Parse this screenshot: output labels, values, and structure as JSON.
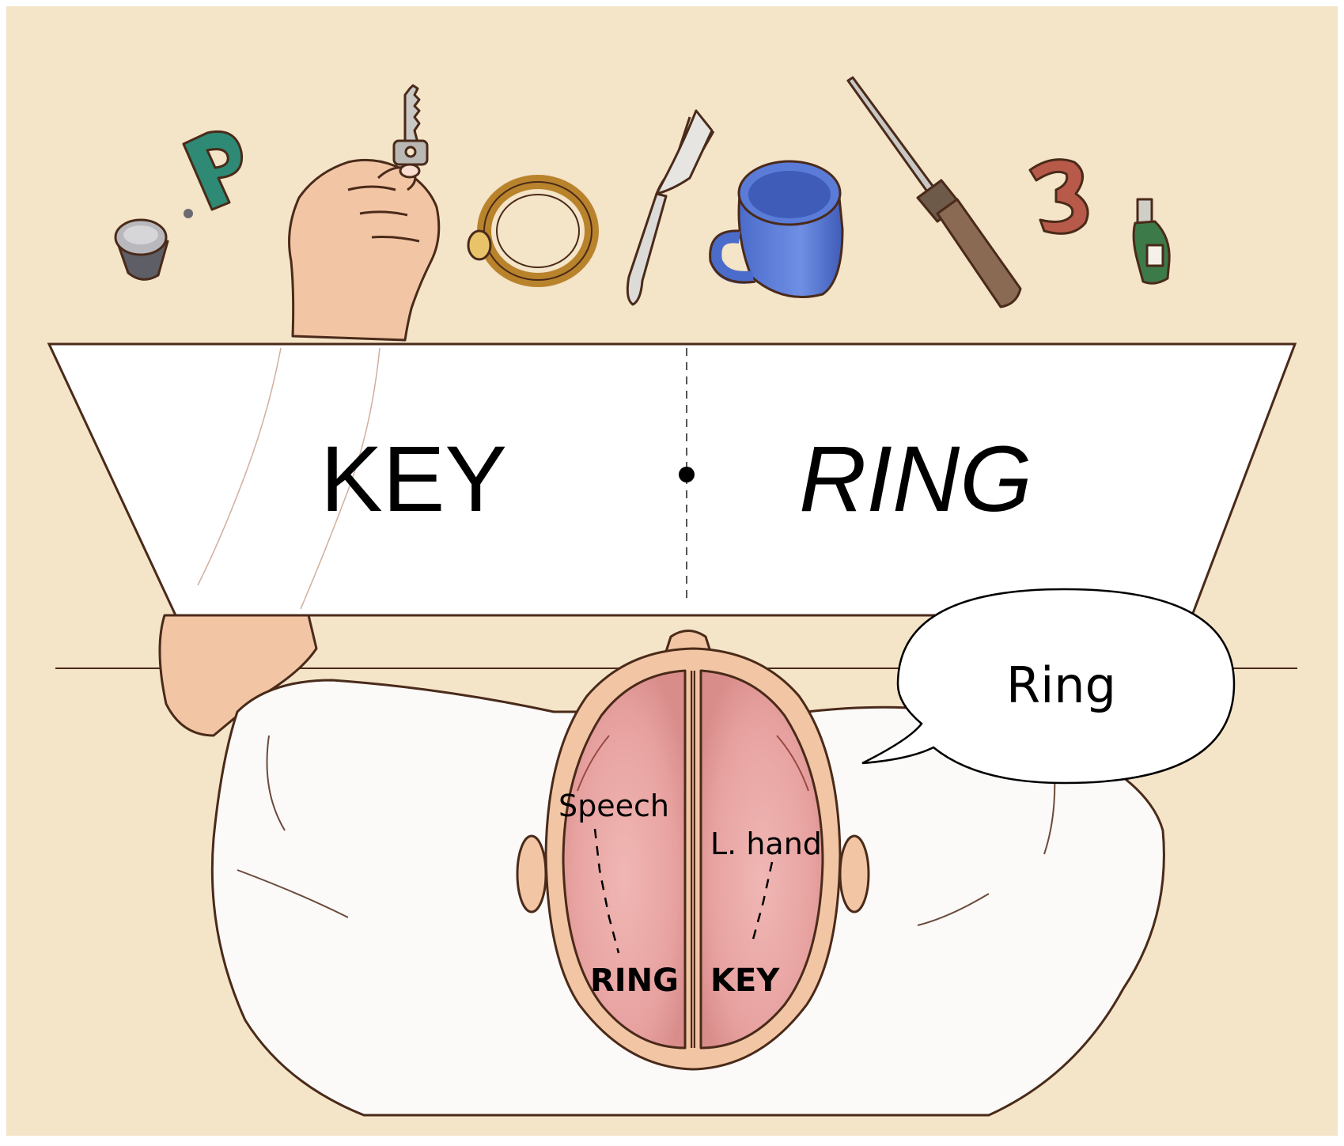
{
  "screen": {
    "left_word": "KEY",
    "right_word": "RING"
  },
  "speech_bubble": {
    "text": "Ring"
  },
  "brain": {
    "left_hemisphere": {
      "region_label": "Speech",
      "word": "RING"
    },
    "right_hemisphere": {
      "region_label": "L. hand",
      "word": "KEY"
    }
  },
  "objects": [
    "eraser-icon",
    "letter-p-icon",
    "key-icon",
    "watch-icon",
    "fork-icon",
    "mug-icon",
    "screwdriver-icon",
    "number-3-icon",
    "bottle-icon"
  ],
  "colors": {
    "background": "#f4e4c8",
    "skin": "#f2c6a4",
    "brain": "#e9a9a6",
    "shirt": "#fbfaf8",
    "mug": "#5f7fd6",
    "letter_p": "#2e8a74",
    "number_3": "#b85a4a",
    "bottle": "#3d7a4a"
  }
}
